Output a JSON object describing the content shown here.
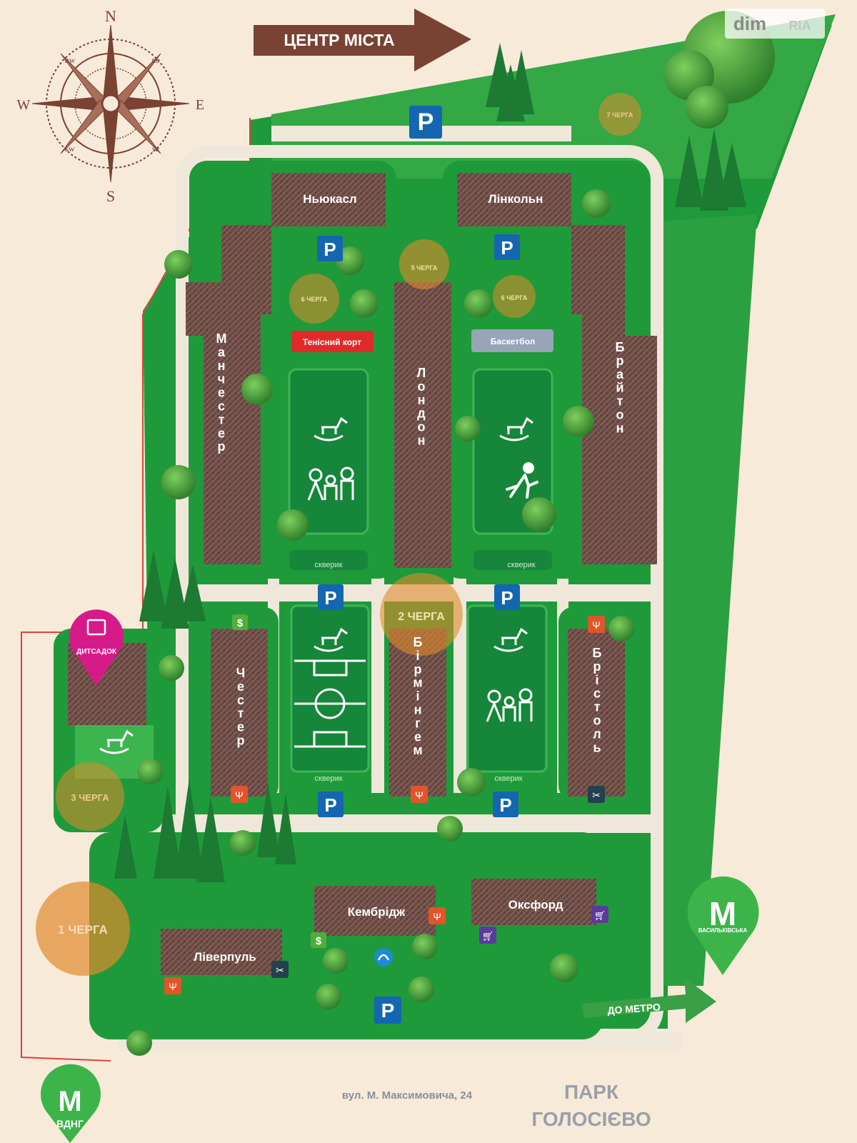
{
  "watermark": {
    "brand": "dim",
    "suffix": "RIA"
  },
  "compass": {
    "n": "N",
    "s": "S",
    "w": "W",
    "e": "E",
    "nw": "nw",
    "ne": "ne",
    "sw": "sw",
    "se": "se"
  },
  "directions": {
    "center": "ЦЕНТР МІСТА",
    "metro": "ДО МЕТРО"
  },
  "parking_symbol": "P",
  "buildings": {
    "newcastle": "Ньюкасл",
    "lincoln": "Лінкольн",
    "manchester": "Манчестер",
    "london": "Лондон",
    "brighton": "Брайтон",
    "chester": "Честер",
    "birmingham": "Бірмінгем",
    "bristol": "Брістоль",
    "cambridge": "Кембрідж",
    "oxford": "Оксфорд",
    "liverpool": "Ліверпуль"
  },
  "facilities": {
    "tennis": "Тенісний корт",
    "basketball": "Баскетбол",
    "square": "скверик",
    "kindergarten": "ДИТСАДОК"
  },
  "phases": {
    "p1": "1 ЧЕРГА",
    "p2": "2 ЧЕРГА",
    "p3": "3 ЧЕРГА",
    "p5": "5 ЧЕРГА",
    "p6": "6 ЧЕРГА",
    "p7": "7 ЧЕРГА"
  },
  "metro": {
    "symbol": "M",
    "vasylkivska": "ВАСИЛЬКІВСЬКА",
    "vdng": "ВДНГ"
  },
  "address": "вул. М. Максимовича, 24",
  "park": {
    "line1": "ПАРК",
    "line2": "ГОЛОСІЄВО"
  },
  "colors": {
    "grass": "#1f9a3a",
    "light_grass": "#3db54f",
    "roof": "#6b4a44",
    "parking": "#1466b0",
    "phase": "#e08a2c",
    "arrow_brown": "#7a4232",
    "arrow_green": "#39a046",
    "background": "#f7ead9"
  }
}
